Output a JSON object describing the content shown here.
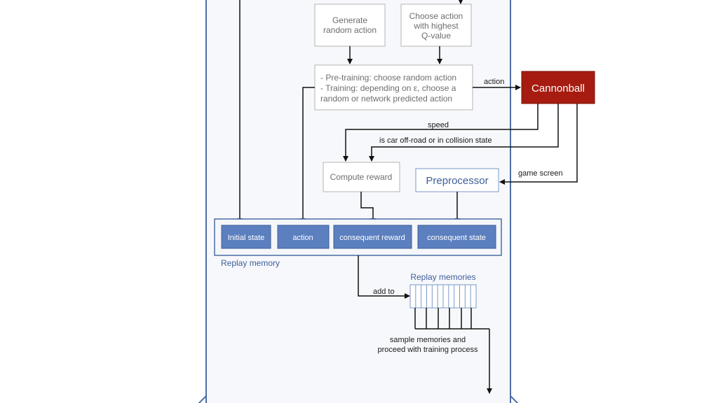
{
  "boxes": {
    "generate": [
      "Generate",
      "random action"
    ],
    "choose": [
      "Choose action",
      "with highest",
      "Q-value"
    ],
    "decision": [
      "- Pre-training: choose random action",
      "- Training: depending on ε, choose a",
      "random or network predicted action"
    ],
    "cannonball": "Cannonball",
    "compute_reward": "Compute reward",
    "preprocessor": "Preprocessor"
  },
  "edge_labels": {
    "action": "action",
    "speed": "speed",
    "offroad": "is car off-road or in collision state",
    "game_screen": "game screen",
    "add_to": "add to",
    "sample": [
      "sample memories and",
      "proceed with training process"
    ]
  },
  "replay": {
    "label": "Replay memory",
    "cells": [
      "Initial state",
      "action",
      "consequent reward",
      "consequent state"
    ],
    "memories_label": "Replay memories"
  },
  "colors": {
    "frame": "#4a6fa5",
    "frame_fill": "#f7f8fb",
    "cannonball": "#a61c10",
    "cell_fill": "#5b7fbf",
    "box_border": "#b4b4b4"
  }
}
